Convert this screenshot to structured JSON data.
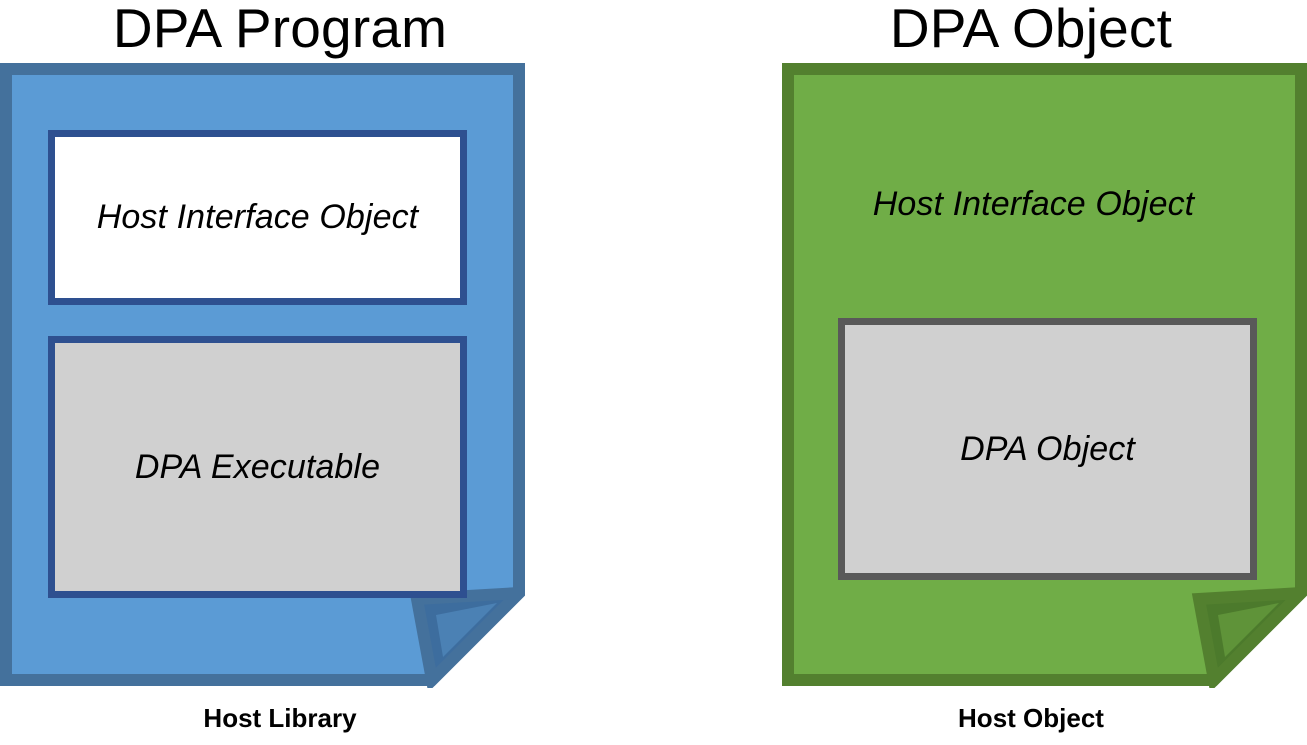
{
  "diagram": {
    "background": "#ffffff",
    "panels": [
      {
        "id": "dpa-program",
        "title": "DPA Program",
        "caption": "Host Library",
        "shape": {
          "name": "folded-corner-document",
          "fill": "#5b9bd5",
          "border": "#44719c",
          "fold": "#3d6d9e"
        },
        "boxes": [
          {
            "id": "host-interface-object",
            "label": "Host Interface Object",
            "fill": "#ffffff",
            "border": "#2e5090"
          },
          {
            "id": "dpa-executable",
            "label": "DPA Executable",
            "fill": "#d0d0d0",
            "border": "#2e5090"
          }
        ]
      },
      {
        "id": "dpa-object",
        "title": "DPA Object",
        "caption": "Host Object",
        "shape": {
          "name": "folded-corner-document",
          "fill": "#70ad47",
          "border": "#53802f",
          "fold": "#4c7a2c"
        },
        "free_label": "Host Interface Object",
        "boxes": [
          {
            "id": "dpa-object-inner",
            "label": "DPA Object",
            "fill": "#d0d0d0",
            "border": "#595959"
          }
        ]
      }
    ]
  }
}
